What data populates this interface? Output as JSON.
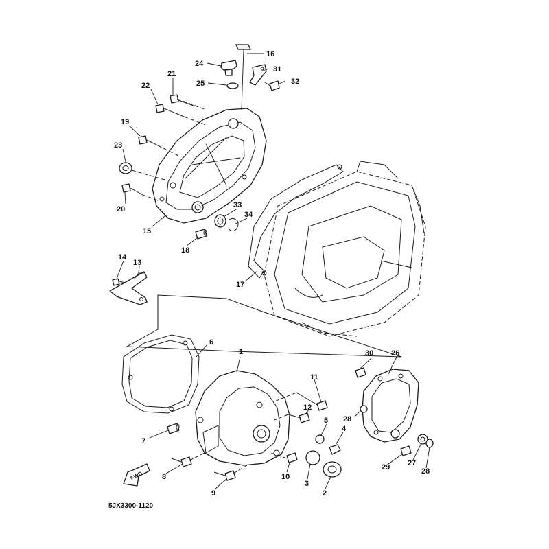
{
  "diagram": {
    "drawing_code": "5JX3300-1120",
    "direction_marker": "FWD",
    "callouts": [
      "1",
      "2",
      "3",
      "4",
      "5",
      "6",
      "7",
      "8",
      "9",
      "10",
      "11",
      "12",
      "13",
      "14",
      "15",
      "16",
      "17",
      "18",
      "19",
      "20",
      "21",
      "22",
      "23",
      "24",
      "25",
      "26",
      "27",
      "28",
      "28",
      "29",
      "30",
      "31",
      "32",
      "33",
      "34"
    ]
  }
}
